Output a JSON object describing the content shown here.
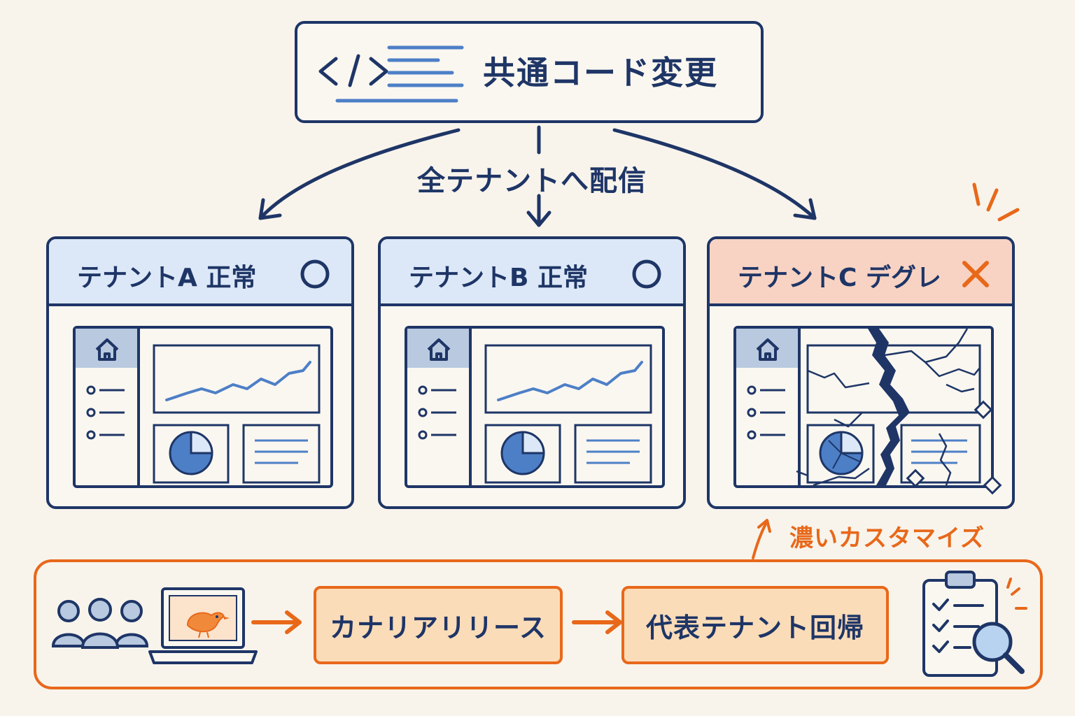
{
  "top": {
    "title": "共通コード変更",
    "icon": "code-icon"
  },
  "delivery": {
    "label": "全テナントへ配信"
  },
  "tenants": [
    {
      "title": "テナントA 正常",
      "status": "ok",
      "status_icon": "circle-icon"
    },
    {
      "title": "テナントB 正常",
      "status": "ok",
      "status_icon": "circle-icon"
    },
    {
      "title": "テナントC デグレ",
      "status": "degraded",
      "status_icon": "cross-icon"
    }
  ],
  "customization_note": "濃いカスタマイズ",
  "process": {
    "steps": [
      {
        "label": "カナリアリリース"
      },
      {
        "label": "代表テナント回帰"
      }
    ],
    "icons": [
      "users-icon",
      "laptop-bird-icon",
      "checklist-magnifier-icon"
    ]
  },
  "colors": {
    "navy": "#1e3566",
    "blue_fill": "#dce8f7",
    "accent_blue": "#4d7fc7",
    "error_fill": "#f8d3c3",
    "orange": "#e8681a",
    "step_fill": "#fbdcb8",
    "background": "#f8f4ec"
  }
}
